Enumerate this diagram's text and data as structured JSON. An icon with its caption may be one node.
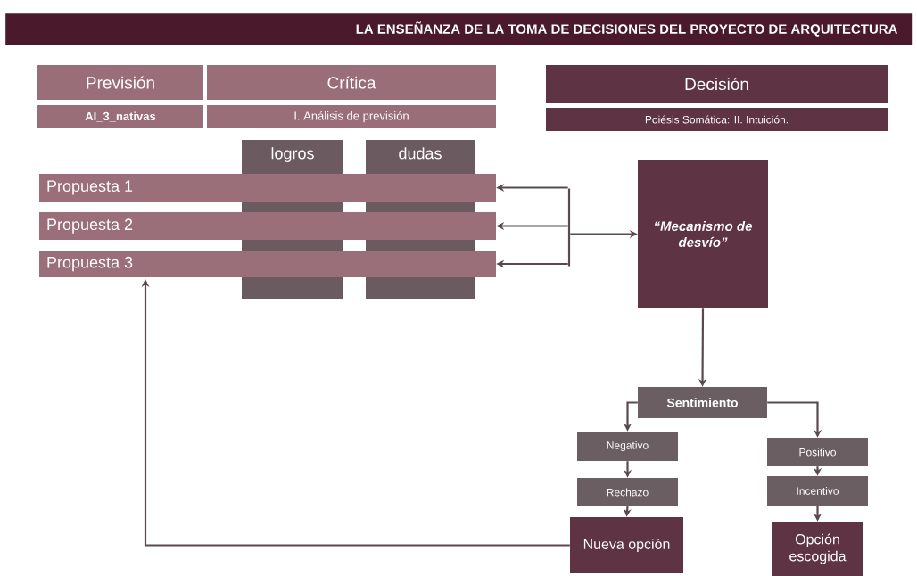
{
  "diagram": {
    "title": "LA ENSEÑANZA DE LA TOMA DE DECISIONES DEL PROYECTO DE ARQUITECTURA",
    "nodes": [
      {
        "text": [
          "Previsión"
        ]
      },
      {
        "text": [
          "AI_3_nativas"
        ]
      },
      {
        "text": [
          "Crítica"
        ]
      },
      {
        "text": [
          "I. Análisis de previsión"
        ]
      },
      {
        "text": [
          "Decisión"
        ]
      },
      {
        "text": [
          "Poiésis Somática: II. Intuición."
        ]
      },
      {
        "text": [
          "logros"
        ]
      },
      {
        "text": [
          "dudas"
        ]
      },
      {
        "text": [
          "Propuesta 1"
        ]
      },
      {
        "text": [
          "Propuesta 2"
        ]
      },
      {
        "text": [
          "Propuesta 3"
        ]
      },
      {
        "text": [
          "“Mecanismo de desvío”"
        ]
      },
      {
        "text": [
          "Sentimiento"
        ]
      },
      {
        "text": [
          "Negativo"
        ]
      },
      {
        "text": [
          "Positivo"
        ]
      },
      {
        "text": [
          "Rechazo"
        ]
      },
      {
        "text": [
          "Incentivo"
        ]
      },
      {
        "text": [
          "Nueva opción"
        ]
      },
      {
        "text": [
          "Opción escogida"
        ]
      },
      {
        "text": [],
        "shape": "bar"
      }
    ],
    "edges": [
      {
        "from": 19,
        "to": 8,
        "arrow": "to"
      },
      {
        "from": 19,
        "to": 9,
        "arrow": "to"
      },
      {
        "from": 19,
        "to": 10,
        "arrow": "to"
      },
      {
        "from": 19,
        "to": 11,
        "arrow": "to"
      },
      {
        "from": 11,
        "to": 12,
        "arrow": "to"
      },
      {
        "from": 12,
        "to": 13,
        "arrow": "to"
      },
      {
        "from": 12,
        "to": 14,
        "arrow": "to"
      },
      {
        "from": 13,
        "to": 15,
        "arrow": "to"
      },
      {
        "from": 14,
        "to": 16,
        "arrow": "to"
      },
      {
        "from": 15,
        "to": 17,
        "arrow": "to"
      },
      {
        "from": 16,
        "to": 18,
        "arrow": "to"
      },
      {
        "from": 17,
        "to": 10,
        "arrow": "to"
      }
    ]
  }
}
